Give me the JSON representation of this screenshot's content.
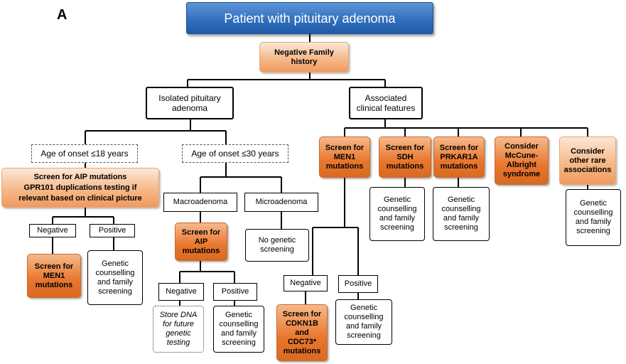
{
  "panel_label": "A",
  "nodes": {
    "root": "Patient with pituitary adenoma",
    "family": "Negative Family\nhistory",
    "isolated": "Isolated pituitary\nadenoma",
    "associated": "Associated\nclinical features",
    "age18": "Age of onset ≤18 years",
    "age30": "Age of onset ≤30 years",
    "aip1": "Screen for AIP mutations\nGPR101 duplications testing if\nrelevant  based on clinical picture",
    "macro": "Macroadenoma",
    "micro": "Microadenoma",
    "neg1": "Negative",
    "pos1": "Positive",
    "men1a": "Screen for\nMEN1\nmutations",
    "gen1": "Genetic\ncounselling\nand family\nscreening",
    "aip2": "Screen for\nAIP\nmutations",
    "nogen": "No genetic\nscreening",
    "neg2": "Negative",
    "pos2": "Positive",
    "store": "Store DNA\nfor future\ngenetic\ntesting",
    "gen2": "Genetic\ncounselling\nand family\nscreening",
    "men1b": "Screen for\nMEN1\nmutations",
    "sdh": "Screen for\nSDH\nmutations",
    "prkar": "Screen for\nPRKAR1A\nmutations",
    "mccune": "Consider\nMcCune-\nAlbright\nsyndrome",
    "rare": "Consider\nother rare\nassociations",
    "gen_sdh": "Genetic\ncounselling\nand family\nscreening",
    "gen_prk": "Genetic\ncounselling\nand family\nscreening",
    "gen_rare": "Genetic\ncounselling\nand family\nscreening",
    "neg3": "Negative",
    "pos3": "Positive",
    "cdkn": "Screen for\nCDKN1B\nand\nCDC73*\nmutations",
    "gen3": "Genetic\ncounselling\nand family\nscreening"
  },
  "colors": {
    "root_fill": "#3270bf",
    "orange_light": "#f6b98a",
    "orange_dark": "#e8762d",
    "line": "#000000"
  }
}
